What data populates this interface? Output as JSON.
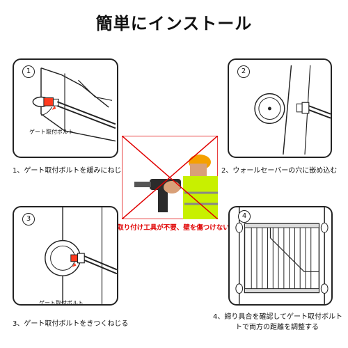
{
  "title": "簡単にインストール",
  "steps": [
    {
      "number": "1",
      "callout": "ゲート取付ボルト",
      "caption": "1、ゲート取付ボルトを緩みにねじる"
    },
    {
      "number": "2",
      "caption": "2、ウォールセーバーの穴に嵌め込む"
    },
    {
      "number": "3",
      "callout": "ゲート取付ボルト",
      "caption": "3、ゲート取付ボルトをきつくねじる"
    },
    {
      "number": "4",
      "caption_line1": "4、締り具合を確認してゲート取付ボルト",
      "caption_line2": "トで両方の距離を調整する"
    }
  ],
  "warning": "取り付け工具が不要、壁を傷つけない",
  "colors": {
    "accent": "#e00000",
    "line": "#222222",
    "highlight": "#ff3b1f",
    "vest": "#c8f000",
    "helmet": "#f5a000"
  }
}
